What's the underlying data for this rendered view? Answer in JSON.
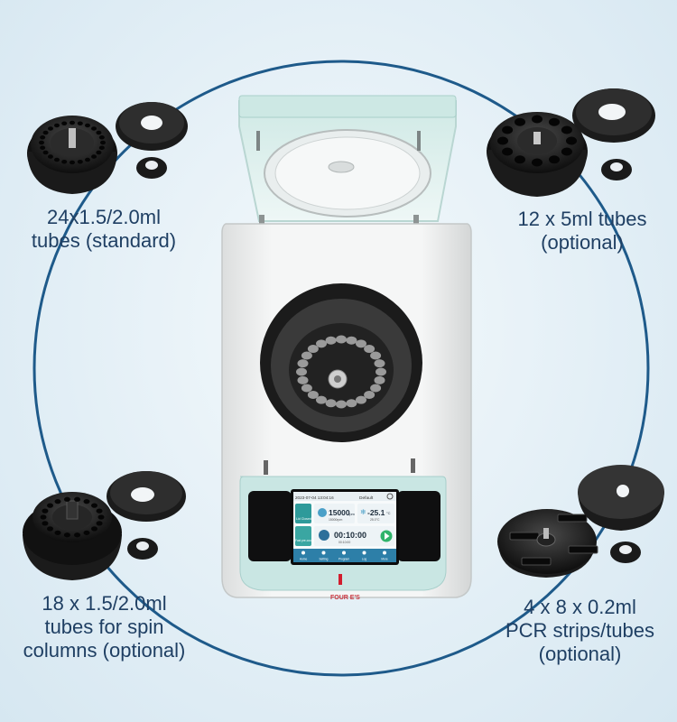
{
  "captions": {
    "top_left": [
      "24x1.5/2.0ml",
      "tubes (standard)"
    ],
    "top_right": [
      "12 x 5ml tubes",
      "(optional)"
    ],
    "bottom_left": [
      "18 x 1.5/2.0ml",
      "tubes for spin",
      "columns (optional)"
    ],
    "bottom_right": [
      "4 x 8 x 0.2ml",
      "PCR strips/tubes",
      "(optional)"
    ]
  },
  "screen": {
    "datetime": "2023-07-04 13:04:16",
    "mode": "Default",
    "speed": "15000",
    "speed_unit": "rpm",
    "speed_set": "15000rpm",
    "temperature": "-25.1",
    "temperature_unit": "°C",
    "temperature_set": "25.0°C",
    "time": "00:10:00",
    "time_set": "00:10:00",
    "side_buttons": [
      "Lid Closed",
      "Fast pre-cooling"
    ],
    "nav": [
      "Home",
      "Setting",
      "Program",
      "Log",
      "More"
    ]
  },
  "brand": "FOUR E'S",
  "colors": {
    "accent_ring": "#1e5a8a",
    "caption_text": "#1f3f63",
    "panel_mint": "#c9e6e3",
    "body_white": "#f1f2f2"
  }
}
